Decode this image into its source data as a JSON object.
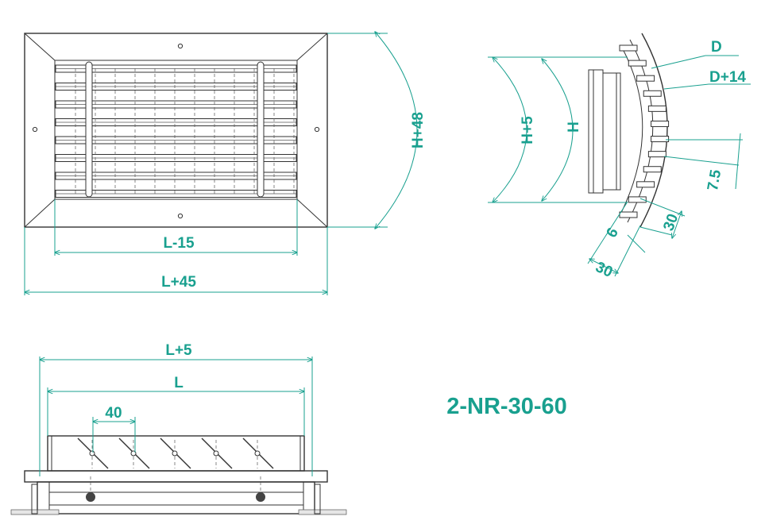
{
  "product_code": "2-NR-30-60",
  "front_view": {
    "width_outer_label": "L+45",
    "width_inner_label": "L-15",
    "height_label": "H+48"
  },
  "side_view": {
    "height_outer_label": "H+5",
    "height_inner_label": "H",
    "depth_label": "D",
    "depth_outer_label": "D+14",
    "spacing_label": "7.5",
    "flange_label_a": "30",
    "flange_label_b": "6",
    "flange_label_c": "30"
  },
  "top_view": {
    "width_outer_label": "L+5",
    "width_inner_label": "L",
    "blade_pitch_label": "40"
  },
  "colors": {
    "accent": "#19a08f",
    "line": "#333333"
  }
}
